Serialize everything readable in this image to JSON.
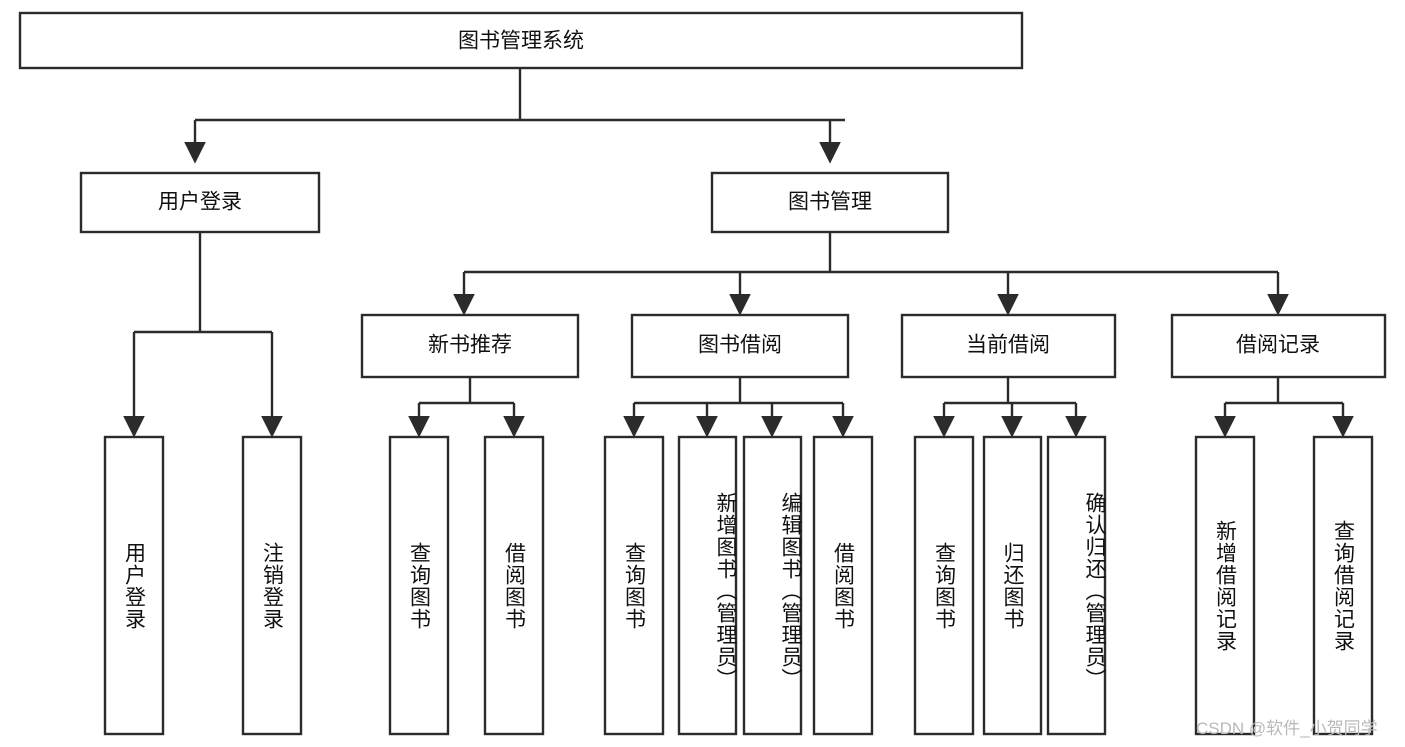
{
  "diagram": {
    "title": "图书管理系统",
    "type": "tree",
    "root": {
      "label": "图书管理系统",
      "children": [
        {
          "label": "用户登录",
          "children": [
            {
              "label": "用户登录"
            },
            {
              "label": "注销登录"
            }
          ]
        },
        {
          "label": "图书管理",
          "children": [
            {
              "label": "新书推荐",
              "children": [
                {
                  "label": "查询图书"
                },
                {
                  "label": "借阅图书"
                }
              ]
            },
            {
              "label": "图书借阅",
              "children": [
                {
                  "label": "查询图书"
                },
                {
                  "label": "新增图书（管理员）"
                },
                {
                  "label": "编辑图书（管理员）"
                },
                {
                  "label": "借阅图书"
                }
              ]
            },
            {
              "label": "当前借阅",
              "children": [
                {
                  "label": "查询图书"
                },
                {
                  "label": "归还图书"
                },
                {
                  "label": "确认归还（管理员）"
                }
              ]
            },
            {
              "label": "借阅记录",
              "children": [
                {
                  "label": "新增借阅记录"
                },
                {
                  "label": "查询借阅记录"
                }
              ]
            }
          ]
        }
      ]
    }
  },
  "nodes": {
    "level0": {
      "root": "图书管理系统"
    },
    "level1": {
      "user_login": "用户登录",
      "book_manage": "图书管理"
    },
    "level2": {
      "new_book_recommend": "新书推荐",
      "book_borrow": "图书借阅",
      "current_borrow": "当前借阅",
      "borrow_record": "借阅记录"
    },
    "level3": {
      "user_login_1": "用户登录",
      "user_login_2": "注销登录",
      "recommend_1": "查询图书",
      "recommend_2": "借阅图书",
      "borrow_1": "查询图书",
      "borrow_2": "新增图书（管理员）",
      "borrow_3": "编辑图书（管理员）",
      "borrow_4": "借阅图书",
      "current_1": "查询图书",
      "current_2": "归还图书",
      "current_3": "确认归还（管理员）",
      "record_1": "新增借阅记录",
      "record_2": "查询借阅记录"
    }
  },
  "watermark": {
    "text": "CSDN @软件_小贺同学"
  },
  "colors": {
    "background": "#ffffff",
    "box_fill": "#ffffff",
    "stroke": "#2b2b2b",
    "text": "#111111",
    "watermark": "#b9b9b9"
  }
}
